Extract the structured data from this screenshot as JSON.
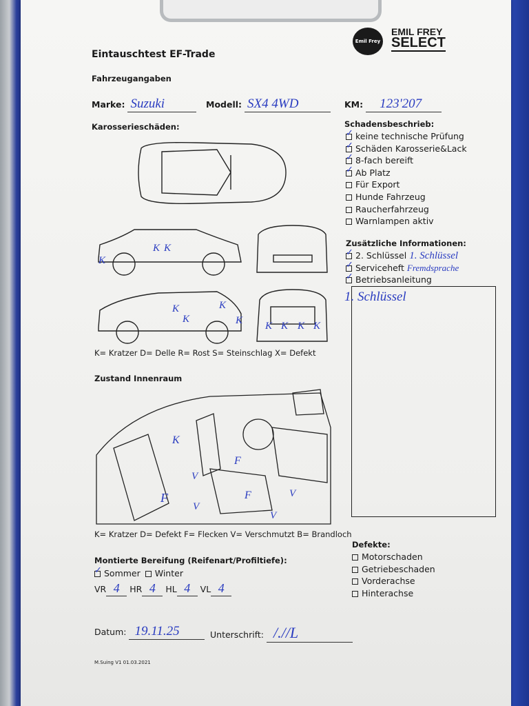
{
  "header": {
    "title": "Eintauschtest EF-Trade",
    "logo_line1": "EMIL FREY",
    "logo_line2": "SELECT",
    "logo_badge": "Emil Frey"
  },
  "vehicle": {
    "section": "Fahrzeugangaben",
    "marke_label": "Marke:",
    "marke_value": "Suzuki",
    "modell_label": "Modell:",
    "modell_value": "SX4 4WD",
    "km_label": "KM:",
    "km_value": "123'207"
  },
  "body_damage": {
    "title": "Karosserieschäden:",
    "legend": "K= Kratzer D= Delle R= Rost S= Steinschlag X= Defekt",
    "marks": [
      "K",
      "K",
      "K",
      "K",
      "K",
      "K",
      "K",
      "K",
      "K",
      "K",
      "K"
    ]
  },
  "damage_description": {
    "title": "Schadensbeschrieb:",
    "items": [
      {
        "label": "keine technische Prüfung",
        "checked": true
      },
      {
        "label": "Schäden Karosserie&Lack",
        "checked": true
      },
      {
        "label": "8-fach bereift",
        "checked": true
      },
      {
        "label": "Ab Platz",
        "checked": true
      },
      {
        "label": "Für Export",
        "checked": false
      },
      {
        "label": "Hunde Fahrzeug",
        "checked": false
      },
      {
        "label": "Raucherfahrzeug",
        "checked": false
      },
      {
        "label": "Warnlampen aktiv",
        "checked": false
      }
    ]
  },
  "additional_info": {
    "title": "Zusätzliche Informationen:",
    "items": [
      {
        "label": "2. Schlüssel",
        "checked": true,
        "note": "1. Schlüssel"
      },
      {
        "label": "Serviceheft",
        "checked": true,
        "note": "Fremdsprache"
      },
      {
        "label": "Betriebsanleitung",
        "checked": true,
        "note": ""
      }
    ],
    "notes_box": "1. Schlüssel"
  },
  "interior": {
    "title": "Zustand Innenraum",
    "legend": "K= Kratzer D= Defekt F= Flecken V= Verschmutzt B= Brandloch",
    "marks": [
      "K",
      "F",
      "F",
      "F",
      "V",
      "V",
      "V",
      "V"
    ]
  },
  "tires": {
    "title": "Montierte Bereifung (Reifenart/Profiltiefe):",
    "sommer_label": "Sommer",
    "sommer_checked": true,
    "winter_label": "Winter",
    "winter_checked": false,
    "depths": [
      {
        "label": "VR",
        "value": "4"
      },
      {
        "label": "HR",
        "value": "4"
      },
      {
        "label": "HL",
        "value": "4"
      },
      {
        "label": "VL",
        "value": "4"
      }
    ]
  },
  "defects": {
    "title": "Defekte:",
    "items": [
      {
        "label": "Motorschaden",
        "checked": false
      },
      {
        "label": "Getriebeschaden",
        "checked": false
      },
      {
        "label": "Vorderachse",
        "checked": false
      },
      {
        "label": "Hinterachse",
        "checked": false
      }
    ]
  },
  "footer": {
    "date_label": "Datum:",
    "date_value": "19.11.25",
    "signature_label": "Unterschrift:",
    "signature_value": "/.//L",
    "version": "M.Suing V1 01.03.2021"
  }
}
